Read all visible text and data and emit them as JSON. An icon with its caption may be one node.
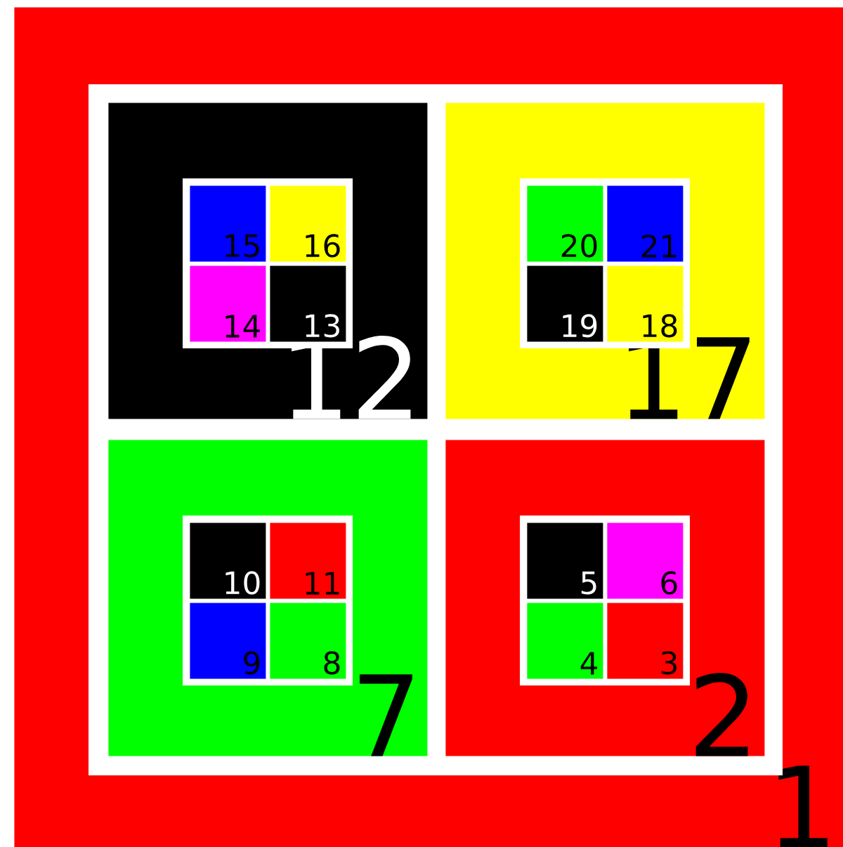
{
  "diagram": {
    "nodes": [
      {
        "text": [
          "1"
        ]
      },
      {
        "text": [
          "12"
        ],
        "in": 0
      },
      {
        "text": [
          "15"
        ],
        "in": 1
      },
      {
        "text": [
          "16"
        ],
        "in": 1
      },
      {
        "text": [
          "14"
        ],
        "in": 1
      },
      {
        "text": [
          "13"
        ],
        "in": 1
      },
      {
        "text": [
          "17"
        ],
        "in": 0
      },
      {
        "text": [
          "20"
        ],
        "in": 6
      },
      {
        "text": [
          "21"
        ],
        "in": 6
      },
      {
        "text": [
          "19"
        ],
        "in": 6
      },
      {
        "text": [
          "18"
        ],
        "in": 6
      },
      {
        "text": [
          "7"
        ],
        "in": 0
      },
      {
        "text": [
          "10"
        ],
        "in": 11
      },
      {
        "text": [
          "11"
        ],
        "in": 11
      },
      {
        "text": [
          "9"
        ],
        "in": 11
      },
      {
        "text": [
          "8"
        ],
        "in": 11
      },
      {
        "text": [
          "2"
        ],
        "in": 0
      },
      {
        "text": [
          "5"
        ],
        "in": 16
      },
      {
        "text": [
          "6"
        ],
        "in": 16
      },
      {
        "text": [
          "4"
        ],
        "in": 16
      },
      {
        "text": [
          "3"
        ],
        "in": 16
      }
    ]
  }
}
